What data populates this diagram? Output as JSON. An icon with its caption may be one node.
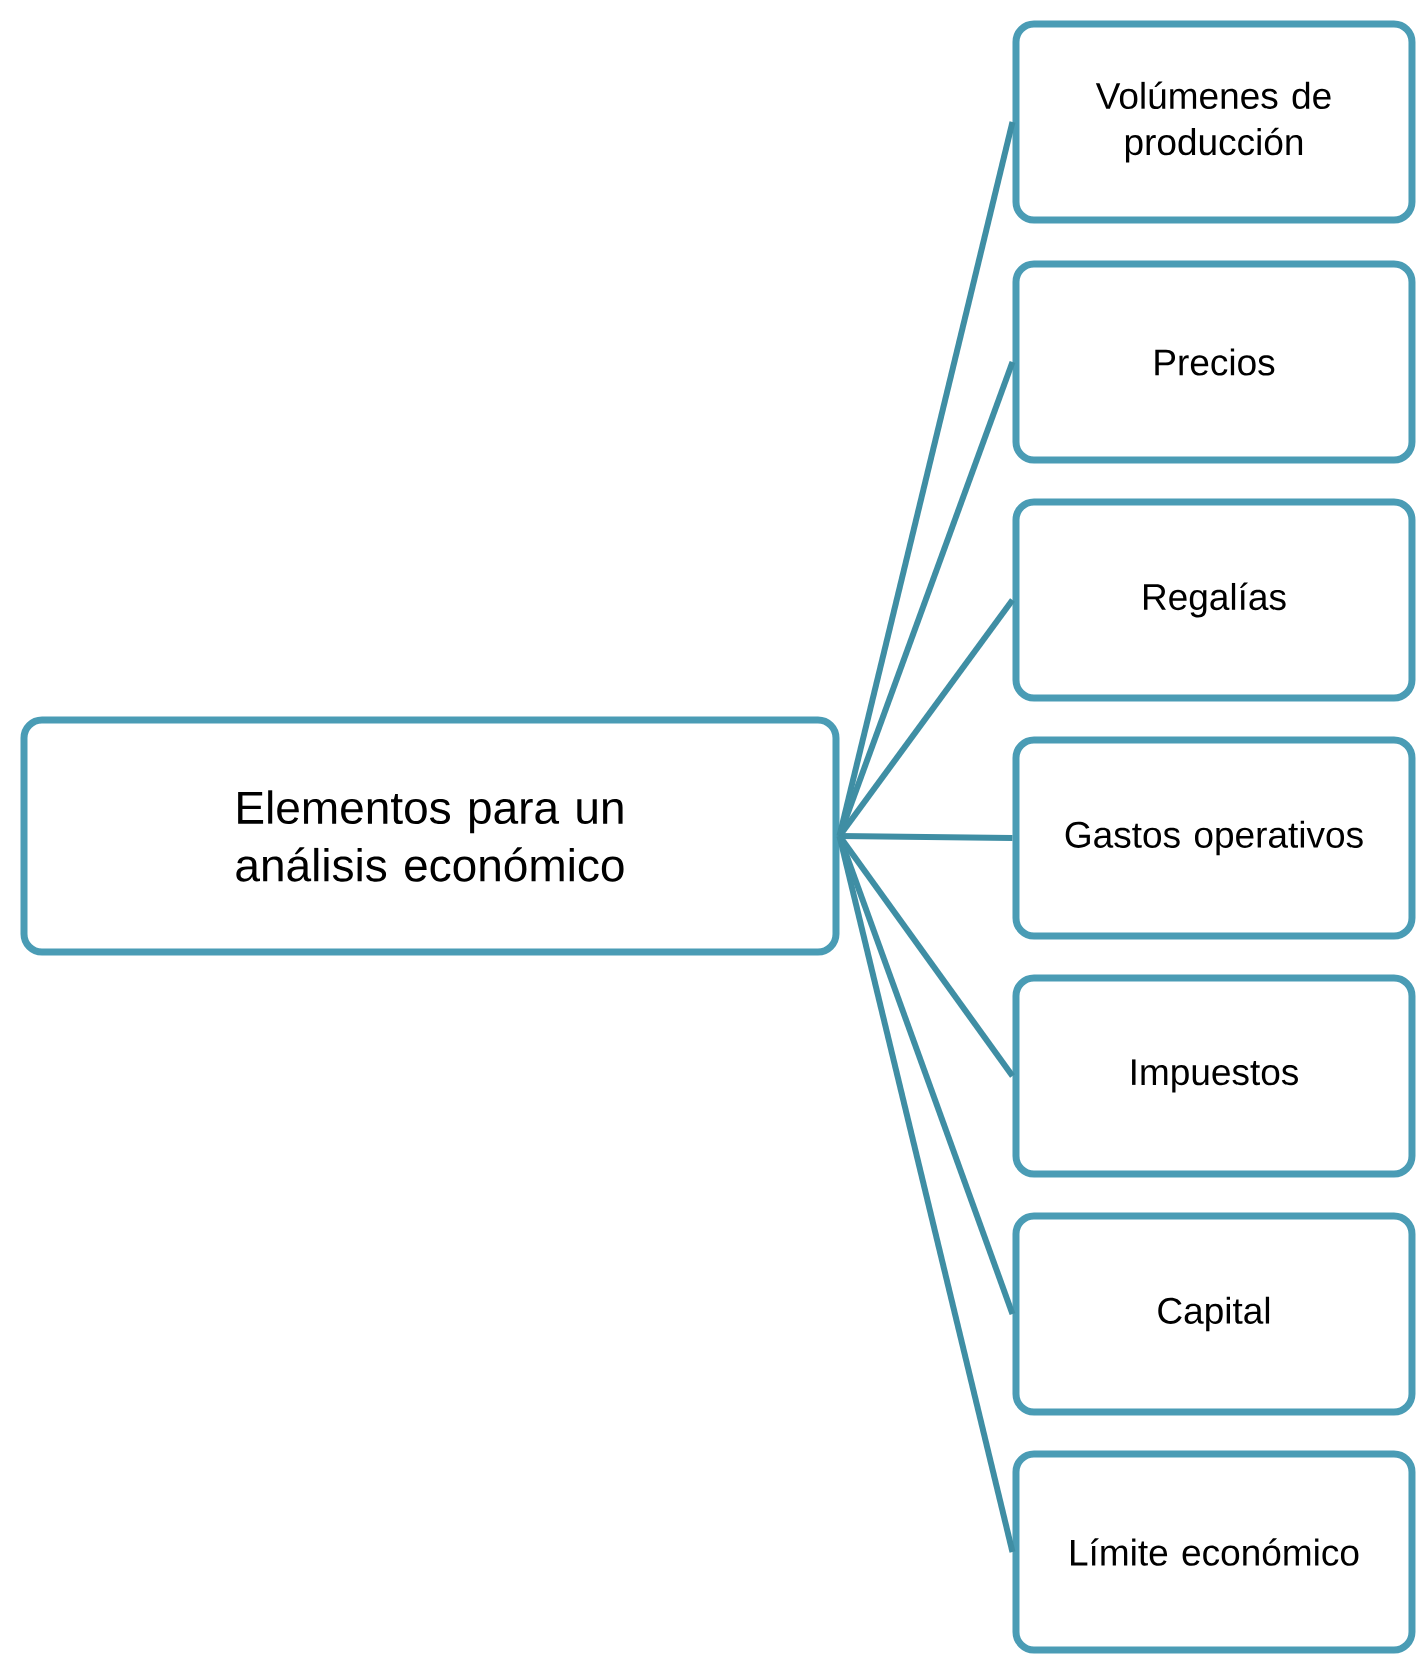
{
  "diagram": {
    "nodes": [
      {
        "text": [
          "Elementos para un análisis económico"
        ]
      },
      {
        "text": [
          "Volúmenes de producción"
        ]
      },
      {
        "text": [
          "Precios"
        ]
      },
      {
        "text": [
          "Regalías"
        ]
      },
      {
        "text": [
          "Gastos operativos"
        ]
      },
      {
        "text": [
          "Impuestos"
        ]
      },
      {
        "text": [
          "Capital"
        ]
      },
      {
        "text": [
          "Límite económico"
        ]
      }
    ],
    "edges": [
      {
        "from": 0,
        "to": 1,
        "arrow": "none"
      },
      {
        "from": 0,
        "to": 2,
        "arrow": "none"
      },
      {
        "from": 0,
        "to": 3,
        "arrow": "none"
      },
      {
        "from": 0,
        "to": 4,
        "arrow": "none"
      },
      {
        "from": 0,
        "to": 5,
        "arrow": "none"
      },
      {
        "from": 0,
        "to": 6,
        "arrow": "none"
      },
      {
        "from": 0,
        "to": 7,
        "arrow": "none"
      }
    ]
  }
}
